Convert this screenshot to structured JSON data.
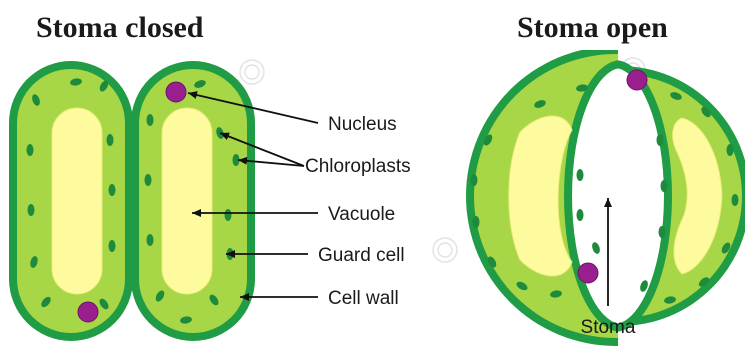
{
  "titles": {
    "closed": "Stoma closed",
    "open": "Stoma open"
  },
  "labels": {
    "nucleus": "Nucleus",
    "chloroplasts": "Chloroplasts",
    "vacuole": "Vacuole",
    "guard_cell": "Guard cell",
    "cell_wall": "Cell wall",
    "stoma": "Stoma"
  },
  "colors": {
    "cell_wall": "#1f9c45",
    "cytoplasm": "#a7d646",
    "vacuole": "#fdfb9e",
    "chloroplast": "#1e8a3c",
    "nucleus": "#9a1f8e"
  }
}
